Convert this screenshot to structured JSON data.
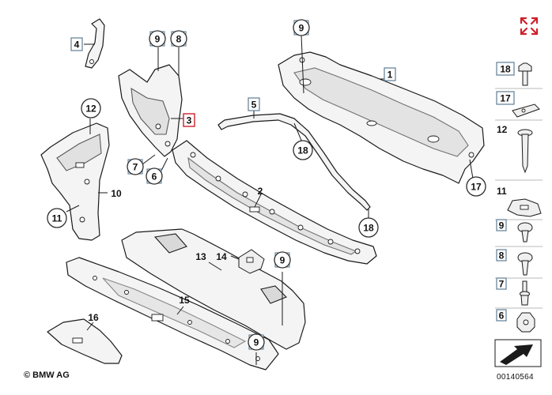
{
  "expand_icon": "expand-arrows-icon",
  "accent_color": "#d0202a",
  "box_color": "#5f7d94",
  "copyright": "© BMW AG",
  "document_number": "00140564",
  "callouts": {
    "c1": "1",
    "c2": "2",
    "c3": "3",
    "c4": "4",
    "c5": "5",
    "c6": "6",
    "c7": "7",
    "c8": "8",
    "c9a": "9",
    "c9b": "9",
    "c9c": "9",
    "c9d": "9",
    "c10": "10",
    "c11": "11",
    "c12": "12",
    "c13": "13",
    "c14": "14",
    "c15": "15",
    "c16": "16",
    "c17": "17",
    "c18a": "18",
    "c18b": "18"
  },
  "legend": [
    {
      "number": "18",
      "style": "box"
    },
    {
      "number": "17",
      "style": "box"
    },
    {
      "number": "12",
      "style": "plain"
    },
    {
      "number": "11",
      "style": "box"
    },
    {
      "number": "9",
      "style": "box"
    },
    {
      "number": "8",
      "style": "box"
    },
    {
      "number": "7",
      "style": "box"
    },
    {
      "number": "6",
      "style": "box"
    }
  ]
}
